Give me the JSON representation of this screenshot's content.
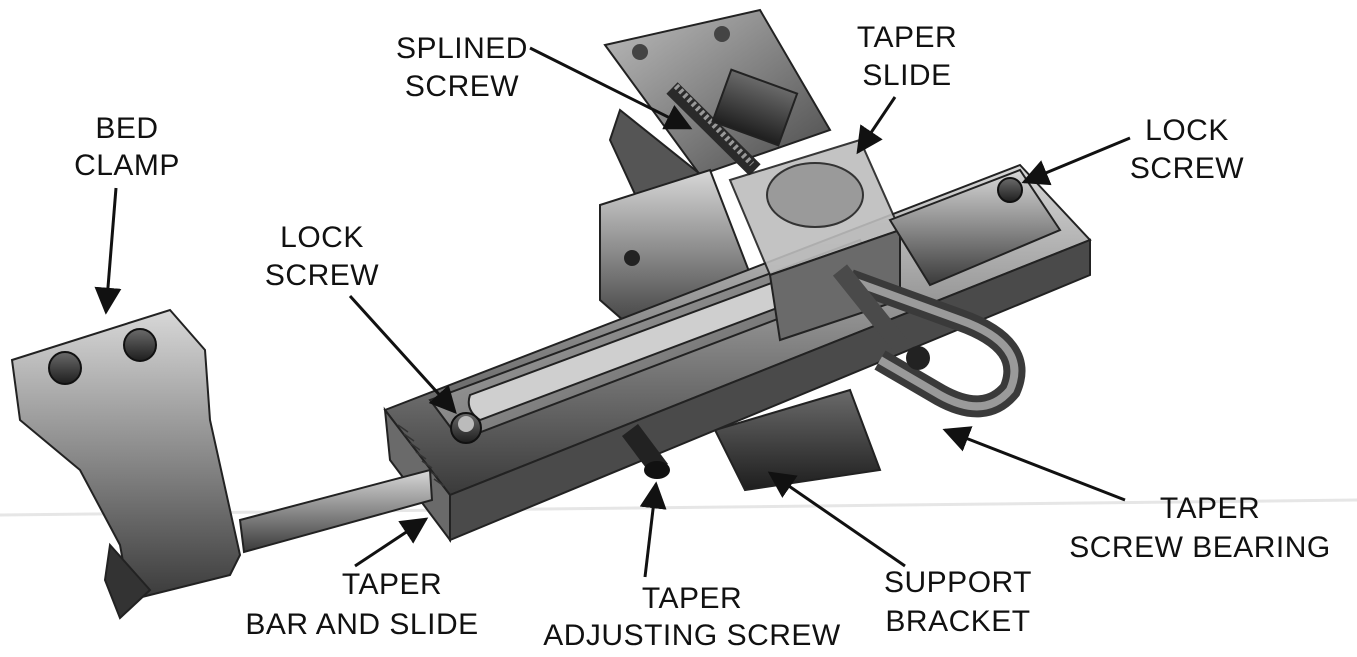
{
  "labels": {
    "bed_clamp": [
      "BED",
      "CLAMP"
    ],
    "splined_screw": [
      "SPLINED",
      "SCREW"
    ],
    "taper_slide": [
      "TAPER",
      "SLIDE"
    ],
    "lock_screw_right": [
      "LOCK",
      "SCREW"
    ],
    "lock_screw_left": [
      "LOCK",
      "SCREW"
    ],
    "taper_bar_and_slide": [
      "TAPER",
      "BAR AND SLIDE"
    ],
    "taper_adjusting_screw": [
      "TAPER",
      "ADJUSTING SCREW"
    ],
    "support_bracket": [
      "SUPPORT",
      "BRACKET"
    ],
    "taper_screw_bearing": [
      "TAPER",
      "SCREW BEARING"
    ]
  }
}
